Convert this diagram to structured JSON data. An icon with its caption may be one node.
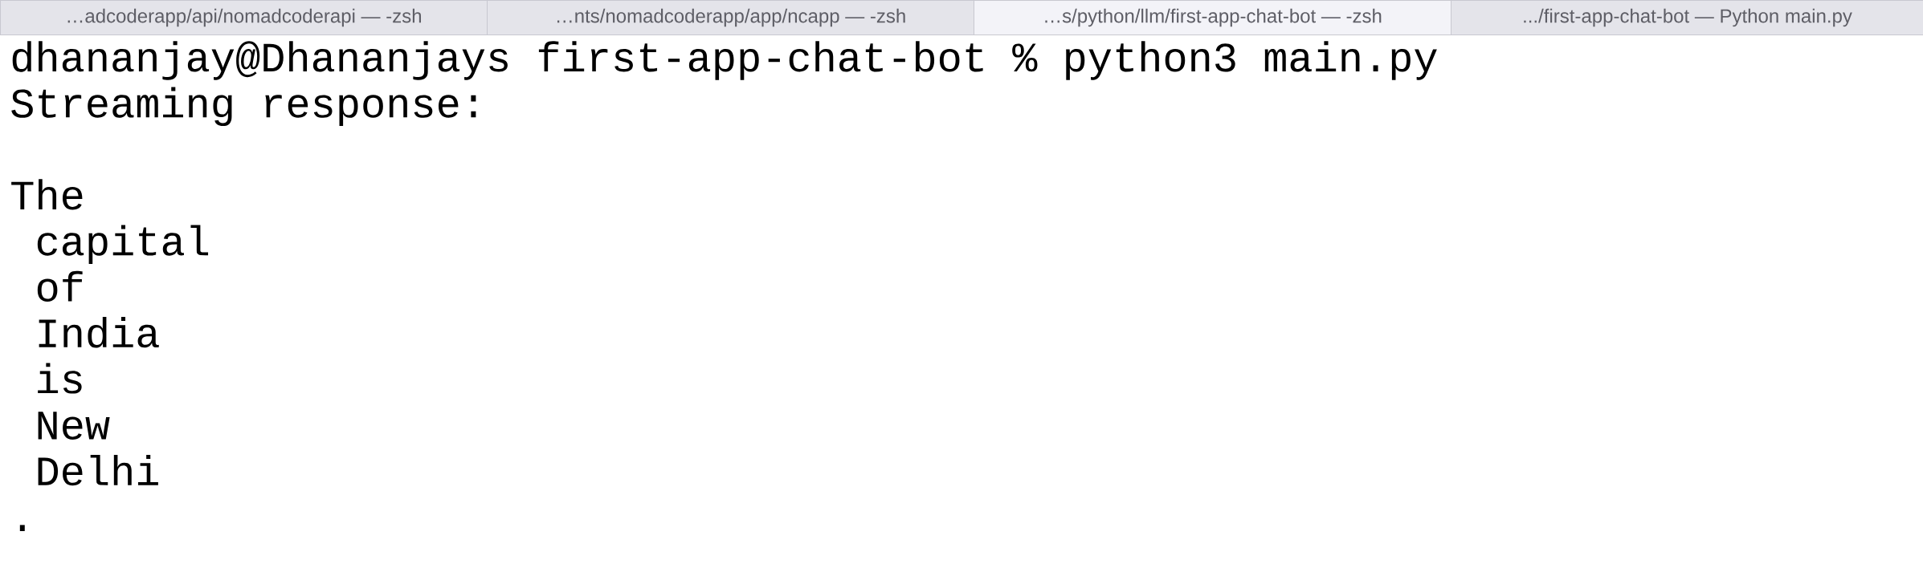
{
  "diagram": {
    "nodes": [
      {
        "text": [
          "…adcoderapp/api/nomadcoderapi — -zsh"
        ]
      },
      {
        "text": [
          "…nts/nomadcoderapp/app/ncapp — -zsh"
        ]
      },
      {
        "text": [
          "…s/python/llm/first-app-chat-bot — -zsh"
        ]
      },
      {
        "text": [
          ".../first-app-chat-bot — Python main.py"
        ]
      }
    ],
    "labels": [
      "dhananjay@Dhananjays first-app-chat-bot % python3 main.py",
      "Streaming response:",
      "The",
      "capital",
      "of",
      "India",
      "is",
      "New",
      "Delhi",
      "."
    ]
  }
}
